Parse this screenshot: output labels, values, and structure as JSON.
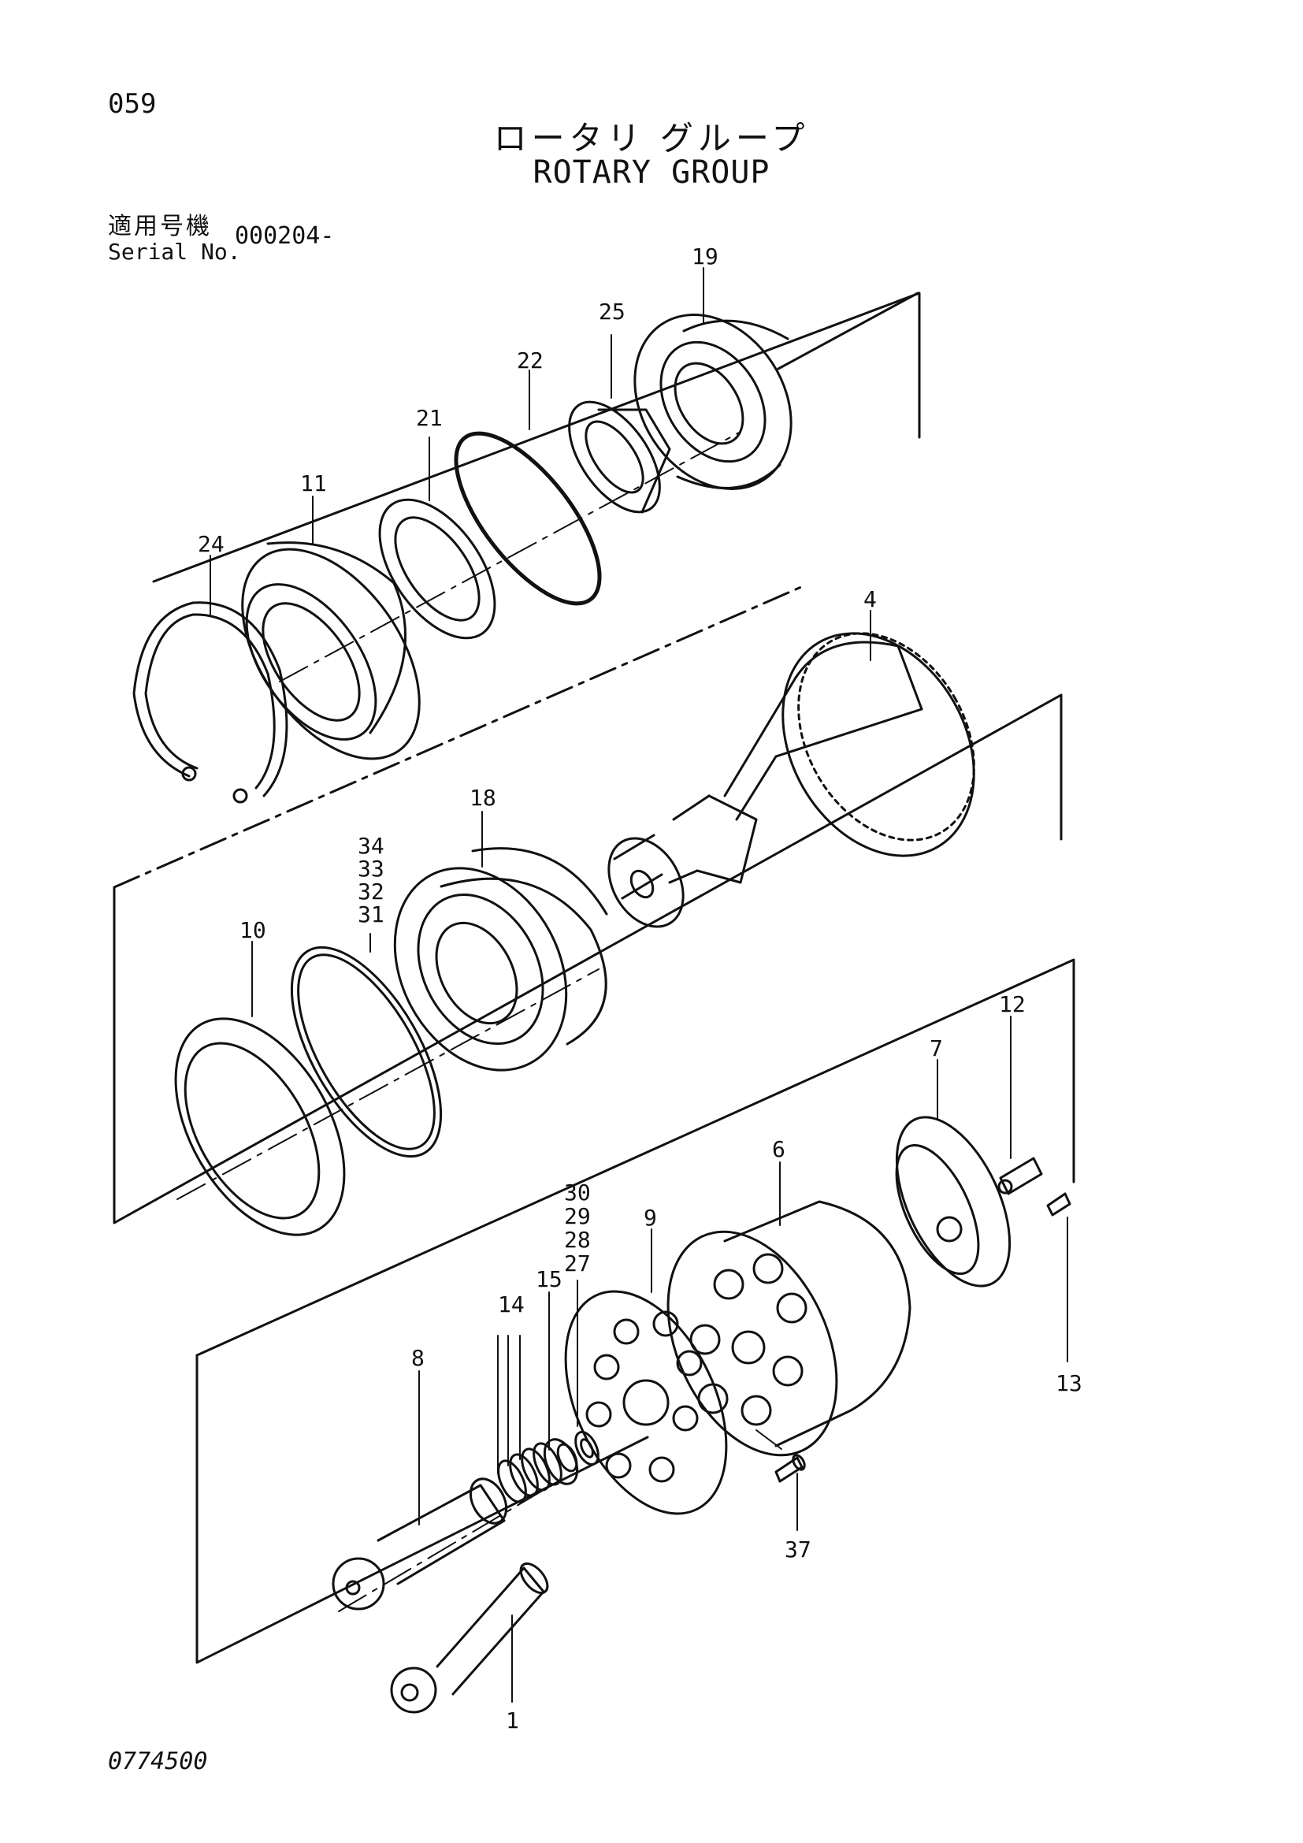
{
  "page": {
    "page_number": "059",
    "title_jp": "ロータリ グループ",
    "title_en": "ROTARY GROUP",
    "serial_label_jp": "適用号機",
    "serial_label_en": "Serial No.",
    "serial_value": "000204-",
    "footer_code": "0774500"
  },
  "part_labels": {
    "p19": "19",
    "p25": "25",
    "p22": "22",
    "p21": "21",
    "p11": "11",
    "p24": "24",
    "p4": "4",
    "p18": "18",
    "p34": "34",
    "p33": "33",
    "p32": "32",
    "p31": "31",
    "p10": "10",
    "p12": "12",
    "p7": "7",
    "p6": "6",
    "p30": "30",
    "p29": "29",
    "p28": "28",
    "p27": "27",
    "p9": "9",
    "p15": "15",
    "p14": "14",
    "p8": "8",
    "p13": "13",
    "p37": "37",
    "p1": "1"
  },
  "colors": {
    "ink": "#111111",
    "paper": "#ffffff"
  }
}
